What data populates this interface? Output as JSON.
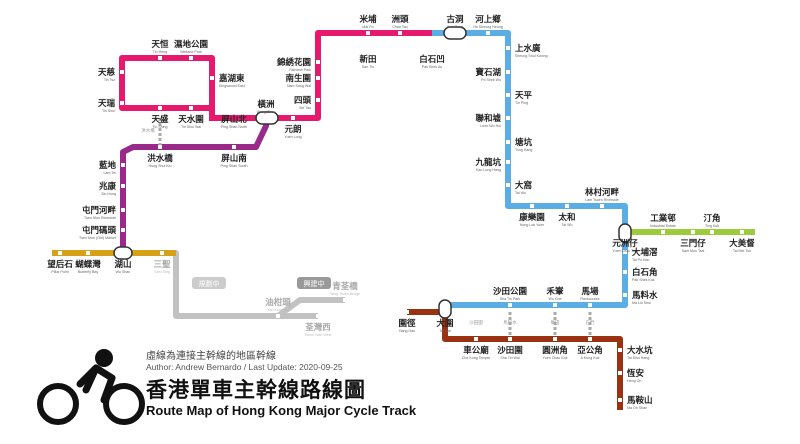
{
  "colors": {
    "pink": "#e6196c",
    "purple": "#9a2a8a",
    "gold": "#d6a117",
    "blue": "#5aaee4",
    "green": "#9ccb3b",
    "brown": "#9a3212",
    "grey": "#c2c2c2"
  },
  "title": {
    "zh": "香港單車主幹線路線圖",
    "en": "Route Map of Hong Kong Major Cycle Track",
    "subtitle": "虛線為連接主幹線的地區幹線",
    "author": "Author: Andrew Bernardo / Last Update: 2020-09-25"
  },
  "badges": {
    "planning": "規劃中",
    "construction": "興建中"
  },
  "stations": [
    {
      "zh": "天恒",
      "en": "Tin Heng"
    },
    {
      "zh": "濕地公園",
      "en": "Wetland Park"
    },
    {
      "zh": "天慈",
      "en": "Tin Tsz"
    },
    {
      "zh": "嘉湖東",
      "en": "Kingswood East"
    },
    {
      "zh": "天瑞",
      "en": "Tin Shui"
    },
    {
      "zh": "天盛",
      "en": "Tin Shing"
    },
    {
      "zh": "天水圍",
      "en": "Tin Shui Wai"
    },
    {
      "zh": "屏山北",
      "en": "Ping Shan North"
    },
    {
      "zh": "橫洲",
      "en": "Wang Chau"
    },
    {
      "zh": "元朗",
      "en": "Yuen Long"
    },
    {
      "zh": "洪水橋",
      "en": "Hung Shui Kiu"
    },
    {
      "zh": "屏山南",
      "en": "Ping Shan South"
    },
    {
      "zh": "錦綉花園",
      "en": "Fairview Park"
    },
    {
      "zh": "米埔",
      "en": "Mai Po"
    },
    {
      "zh": "南生圍",
      "en": "Nam Sang Wai"
    },
    {
      "zh": "新田",
      "en": "San Tin"
    },
    {
      "zh": "洲頭",
      "en": "Chau Tau"
    },
    {
      "zh": "白石凹",
      "en": "Pak Shek Au"
    },
    {
      "zh": "四頭",
      "en": "Sei Tau"
    },
    {
      "zh": "古洞",
      "en": "Kwu Tung"
    },
    {
      "zh": "河上鄉",
      "en": "Ho Sheung Heung"
    },
    {
      "zh": "上水廣",
      "en": "Sheung Shui Kwong"
    },
    {
      "zh": "寶石湖",
      "en": "Po Shek Wu"
    },
    {
      "zh": "天平",
      "en": "Tin Ping"
    },
    {
      "zh": "聯和墟",
      "en": "Luen Wo Hui"
    },
    {
      "zh": "塘坑",
      "en": "Tong Hang"
    },
    {
      "zh": "九龍坑",
      "en": "Kau Lung Hang"
    },
    {
      "zh": "大窩",
      "en": "Tai Wo"
    },
    {
      "zh": "康樂園",
      "en": "Hong Lok Yuen"
    },
    {
      "zh": "太和",
      "en": "Tai Wo"
    },
    {
      "zh": "林村河畔",
      "en": "Lam Tsuen Riverside"
    },
    {
      "zh": "元洲仔",
      "en": "Yuen Chau Tsai"
    },
    {
      "zh": "工業邨",
      "en": "Industrial Estate"
    },
    {
      "zh": "三門仔",
      "en": "Sam Mun Tsai"
    },
    {
      "zh": "汀角",
      "en": "Ting Kok"
    },
    {
      "zh": "大美督",
      "en": "Tai Mei Tuk"
    },
    {
      "zh": "大埔滘",
      "en": "Tai Po Kau"
    },
    {
      "zh": "白石角",
      "en": "Pak Shek Kok"
    },
    {
      "zh": "馬料水",
      "en": "Ma Liu Shui"
    },
    {
      "zh": "沙田公園",
      "en": "Sha Tin Park"
    },
    {
      "zh": "禾輋",
      "en": "Wo Che"
    },
    {
      "zh": "馬場",
      "en": "Racecourse"
    },
    {
      "zh": "大圍",
      "en": "Tai Wai"
    },
    {
      "zh": "圍徑",
      "en": "Hang Hau"
    },
    {
      "zh": "車公廟",
      "en": "Che Kung Temple"
    },
    {
      "zh": "沙田圍",
      "en": "Sha Tin Wai"
    },
    {
      "zh": "圓洲角",
      "en": "Yuen Chau Kok"
    },
    {
      "zh": "亞公角",
      "en": "A Kung Kok"
    },
    {
      "zh": "大水坑",
      "en": "Tai Shui Hang"
    },
    {
      "zh": "恆安",
      "en": "Heng On"
    },
    {
      "zh": "馬鞍山",
      "en": "Ma On Shan"
    },
    {
      "zh": "藍地",
      "en": "Lam Tei"
    },
    {
      "zh": "兆康",
      "en": "Siu Hong"
    },
    {
      "zh": "屯門河畔",
      "en": "Tuen Mun Riverside"
    },
    {
      "zh": "屯門碼頭",
      "en": "Tuen Mun (Old) Market"
    },
    {
      "zh": "望后石",
      "en": "Pillar Point"
    },
    {
      "zh": "蝴蝶灣",
      "en": "Butterfly Bay"
    },
    {
      "zh": "湖山",
      "en": "Wu Shan"
    },
    {
      "zh": "三聖",
      "en": "Sam Sing"
    },
    {
      "zh": "油柑頭",
      "en": "Yau Kom Tau"
    },
    {
      "zh": "荃灣西",
      "en": "Tsuen Wan West"
    },
    {
      "zh": "青荃橋",
      "en": "Tsing Tsuen Bridge"
    }
  ],
  "minor_labels": [
    "洪水橋",
    "馬料水",
    "沙田圍",
    "樂田",
    "石門"
  ]
}
